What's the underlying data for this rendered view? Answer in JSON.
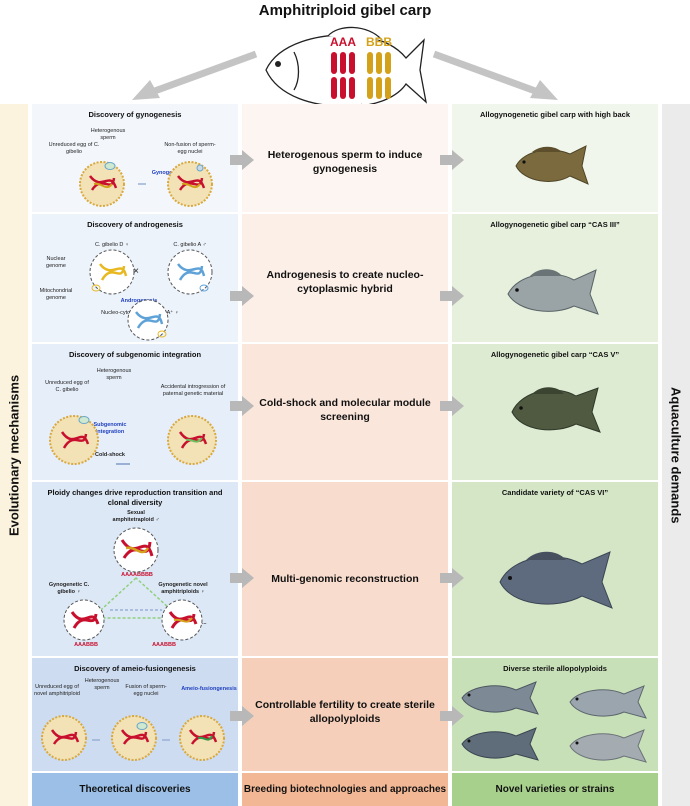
{
  "title": "Amphitriploid gibel carp",
  "genome_labels": {
    "a": "AAA",
    "b": "BBB"
  },
  "left_side_label": "Evolutionary mechanisms",
  "right_side_label": "Aquaculture demands",
  "colors": {
    "red": "#c8102e",
    "gold": "#d4a21a",
    "blue_text": "#1f3fbf",
    "arrow": "#b8b8b8"
  },
  "rows": [
    {
      "theory_title": "Discovery of gynogenesis",
      "labels": {
        "egg": "Unreduced egg of C. gibelio",
        "sperm": "Heterogenous sperm",
        "nonfusion": "Non-fusion of sperm-egg nuclei",
        "process": "Gynogenesis"
      },
      "biotech": "Heterogenous sperm to induce gynogenesis",
      "variety": "Allogynogenetic gibel carp with high back"
    },
    {
      "theory_title": "Discovery of androgenesis",
      "labels": {
        "female": "C. gibelio D ♀",
        "male": "C. gibelio A ♂",
        "nuclear": "Nuclear genome",
        "mito": "Mitochondrial genome",
        "cross": "×",
        "process": "Androgenesis",
        "hybrid": "Nucleo-cytoplasmic hybrid A⁺ ♀"
      },
      "biotech": "Androgenesis to create nucleo-cytoplasmic hybrid",
      "variety": "Allogynogenetic gibel carp “CAS III”"
    },
    {
      "theory_title": "Discovery of subgenomic integration",
      "labels": {
        "egg": "Unreduced egg of C. gibelio",
        "sperm": "Heterogenous sperm",
        "introgression": "Accidental introgression of paternal genetic material",
        "process": "Subgenomic integration",
        "shock": "Cold-shock"
      },
      "biotech": "Cold-shock and molecular module screening",
      "variety": "Allogynogenetic gibel carp “CAS V”"
    },
    {
      "theory_title": "Ploidy changes drive reproduction transition and clonal diversity",
      "labels": {
        "sexual": "Sexual amphitetraploid ♂",
        "gyno1": "Gynogenetic C. gibelio ♀",
        "gyno2": "Gynogenetic novel amphitriploids ♀",
        "seq1": "AAAABBBB",
        "seq2": "AAABBB",
        "seq3": "AAABBB",
        "dots": "......"
      },
      "biotech": "Multi-genomic reconstruction",
      "variety": "Candidate variety of “CAS VI”"
    },
    {
      "theory_title": "Discovery of ameio-fusiongenesis",
      "labels": {
        "egg": "Unreduced egg of novel amphitriploid",
        "sperm": "Heterogenous sperm",
        "fusion": "Fusion of sperm-egg nuclei",
        "process": "Ameio-fusiongenesis"
      },
      "biotech": "Controllable fertility to create sterile allopolyploids",
      "variety": "Diverse sterile allopolyploids"
    }
  ],
  "footer": {
    "left": "Theoretical discoveries",
    "middle": "Breeding biotechnologies and approaches",
    "right": "Novel varieties or strains"
  }
}
